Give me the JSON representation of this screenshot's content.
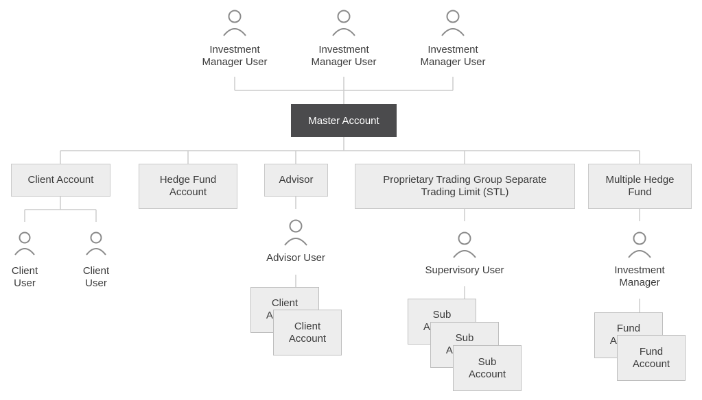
{
  "top_users": [
    {
      "label": "Investment\nManager User"
    },
    {
      "label": "Investment\nManager User"
    },
    {
      "label": "Investment\nManager User"
    }
  ],
  "master": {
    "label": "Master Account"
  },
  "branches": {
    "client_account": {
      "label": "Client Account"
    },
    "hedge_fund_account": {
      "label": "Hedge Fund\nAccount"
    },
    "advisor": {
      "label": "Advisor"
    },
    "prop_trading": {
      "label": "Proprietary Trading Group Separate\nTrading Limit (STL)"
    },
    "multiple_hedge_fund": {
      "label": "Multiple Hedge\nFund"
    }
  },
  "client_users": [
    {
      "label": "Client\nUser"
    },
    {
      "label": "Client\nUser"
    }
  ],
  "advisor_user": {
    "label": "Advisor User"
  },
  "advisor_client_accounts": [
    {
      "label": "Client\nAccount"
    },
    {
      "label": "Client\nAccount"
    }
  ],
  "supervisory_user": {
    "label": "Supervisory User"
  },
  "sub_accounts": [
    {
      "label": "Sub\nAccount"
    },
    {
      "label": "Sub\nAccount"
    },
    {
      "label": "Sub\nAccount"
    }
  ],
  "investment_manager": {
    "label": "Investment\nManager"
  },
  "fund_accounts": [
    {
      "label": "Fund\nAccount"
    },
    {
      "label": "Fund\nAccount"
    }
  ],
  "colors": {
    "line": "#cccccc",
    "icon": "#8a8a8a",
    "box_fill": "#ededed",
    "master_fill": "#4b4b4d"
  }
}
